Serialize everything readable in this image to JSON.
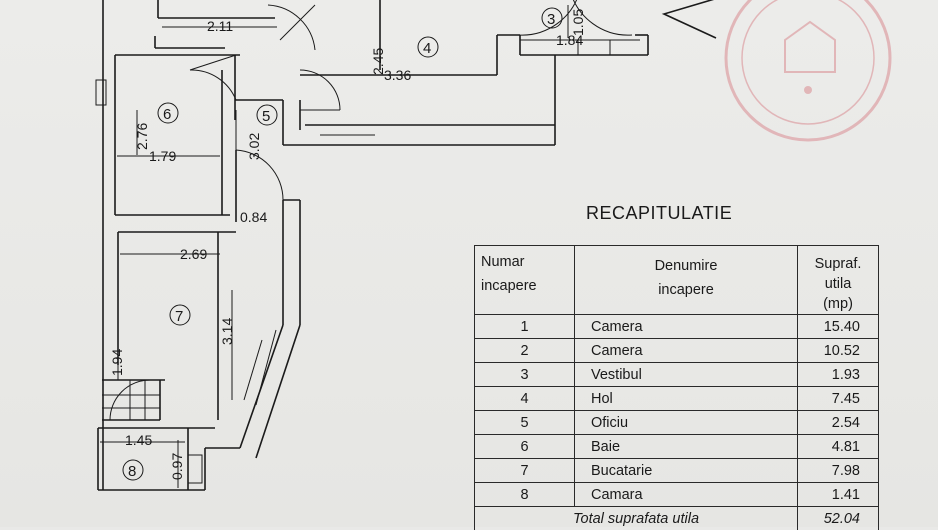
{
  "plan": {
    "dimensions": [
      "2.11",
      "2.45",
      "3.36",
      "1.05",
      "1.84",
      "2.76",
      "1.79",
      "3.02",
      "0.84",
      "2.69",
      "3.14",
      "1.94",
      "1.45",
      "0.97"
    ],
    "room_numbers": [
      "3",
      "4",
      "5",
      "6",
      "7",
      "8"
    ]
  },
  "recap": {
    "title": "RECAPITULATIE",
    "headers": {
      "number": [
        "Numar",
        "incapere"
      ],
      "name": [
        "Denumire",
        "incapere"
      ],
      "area": [
        "Supraf.",
        "utila",
        "(mp)"
      ]
    },
    "rows": [
      {
        "nr": "1",
        "name": "Camera",
        "area": "15.40"
      },
      {
        "nr": "2",
        "name": "Camera",
        "area": "10.52"
      },
      {
        "nr": "3",
        "name": "Vestibul",
        "area": "1.93"
      },
      {
        "nr": "4",
        "name": "Hol",
        "area": "7.45"
      },
      {
        "nr": "5",
        "name": "Oficiu",
        "area": "2.54"
      },
      {
        "nr": "6",
        "name": "Baie",
        "area": "4.81"
      },
      {
        "nr": "7",
        "name": "Bucatarie",
        "area": "7.98"
      },
      {
        "nr": "8",
        "name": "Camara",
        "area": "1.41"
      }
    ],
    "total": {
      "label": "Total suprafata utila",
      "area": "52.04"
    }
  },
  "stamp": {
    "color": "#d98b91"
  },
  "ink": {
    "color": "#1b1b1b"
  }
}
